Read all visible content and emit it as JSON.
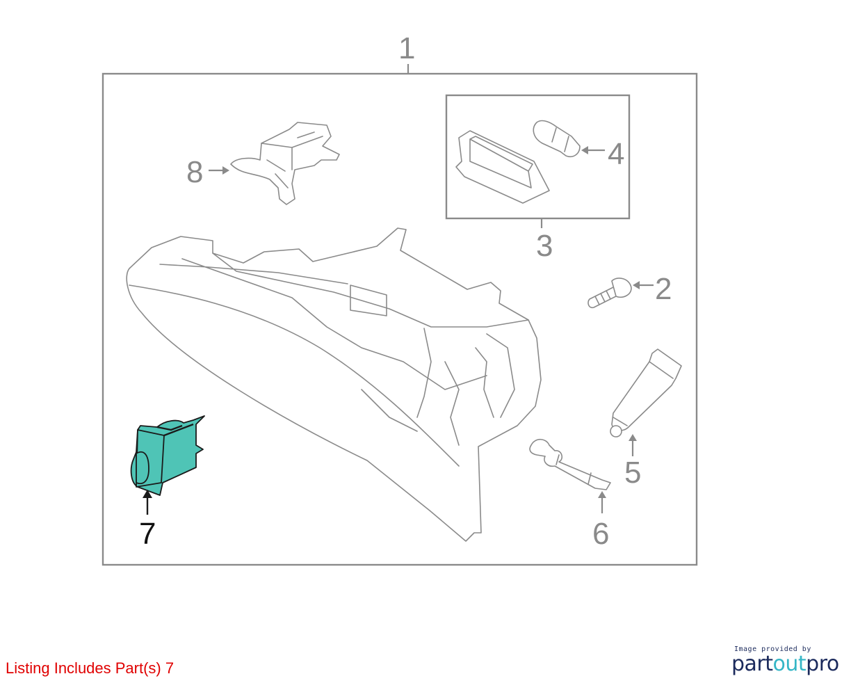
{
  "diagram": {
    "callouts": [
      {
        "id": "1",
        "label": "1"
      },
      {
        "id": "2",
        "label": "2"
      },
      {
        "id": "3",
        "label": "3"
      },
      {
        "id": "4",
        "label": "4"
      },
      {
        "id": "5",
        "label": "5"
      },
      {
        "id": "6",
        "label": "6"
      },
      {
        "id": "7",
        "label": "7",
        "highlighted": true
      },
      {
        "id": "8",
        "label": "8"
      }
    ],
    "colors": {
      "line": "#8a8a8a",
      "highlight_fill": "#4fc4b6",
      "highlight_outline": "#1a1a1a"
    }
  },
  "listing": {
    "note": "Listing Includes Part(s) 7",
    "color": "#e00000"
  },
  "brand": {
    "caption": "Image provided by",
    "logo_start": "part",
    "logo_mid": "out",
    "logo_end": "pro",
    "primary_color": "#1b2a5c",
    "accent_color": "#35b6c6"
  }
}
